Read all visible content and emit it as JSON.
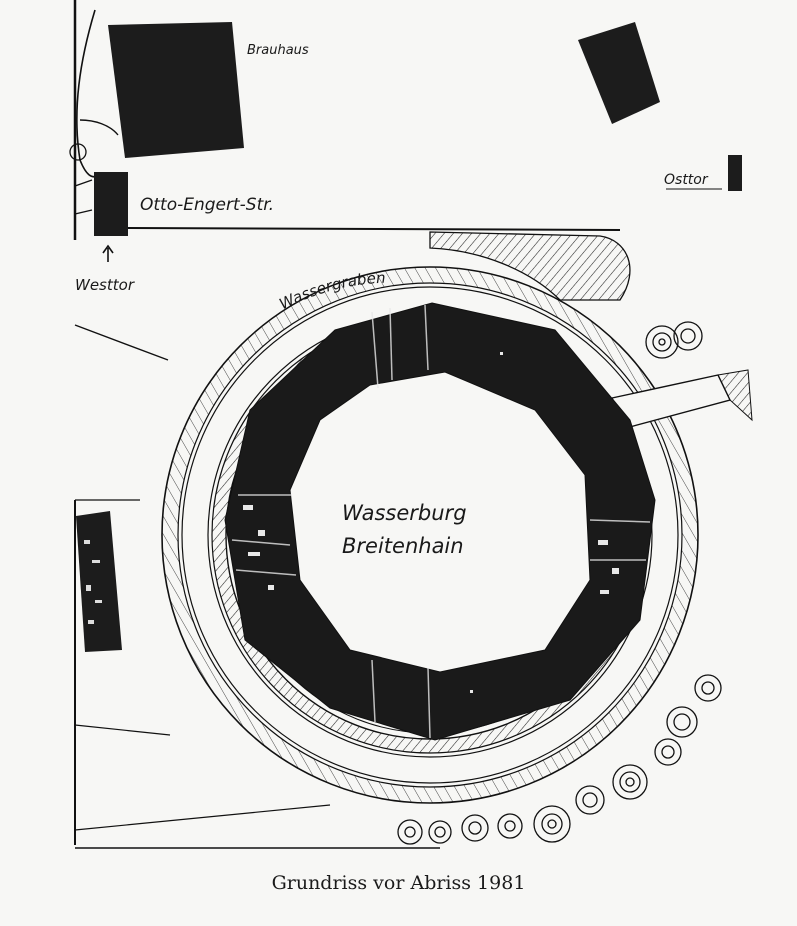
{
  "labels": {
    "brauhaus": "Brauhaus",
    "osttor": "Osttor",
    "street": "Otto-Engert-Str.",
    "westtor": "Westtor",
    "wassergraben": "Wassergraben",
    "castle_line1": "Wasserburg",
    "castle_line2": "Breitenhain"
  },
  "caption": "Grundriss vor Abriss 1981",
  "colors": {
    "ink": "#1a1a1a",
    "paper": "#f7f7f5"
  }
}
